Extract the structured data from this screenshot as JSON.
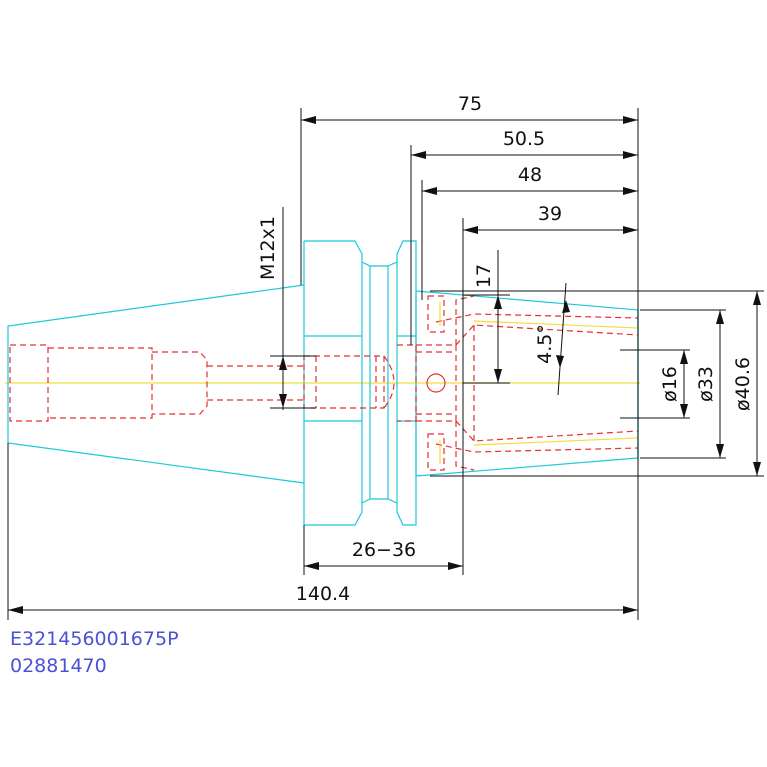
{
  "dimensions": {
    "overall_length": "140.4",
    "d75": "75",
    "d50_5": "50.5",
    "d48": "48",
    "d39": "39",
    "d17": "17",
    "angle": "4.5°",
    "range": "26−36",
    "thread": "M12x1",
    "dia16": "ø16",
    "dia33": "ø33",
    "dia40_6": "ø40.6"
  },
  "codes": {
    "part_number": "E321456001675P",
    "order_number": "02881470"
  },
  "colors": {
    "outline": "#1ec8d8",
    "hidden": "#e63030",
    "centerline": "#f5dc3a",
    "dimension": "#111111",
    "code_text": "#4a52d6"
  }
}
